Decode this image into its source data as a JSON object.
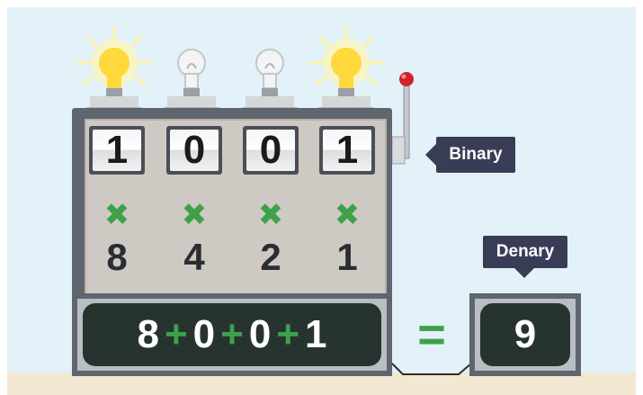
{
  "bits": [
    "1",
    "0",
    "0",
    "1"
  ],
  "bulbs_lit": [
    true,
    false,
    false,
    true
  ],
  "times_symbol": "✖",
  "place_values": [
    "8",
    "4",
    "2",
    "1"
  ],
  "sum": {
    "terms": [
      "8",
      "0",
      "0",
      "1"
    ],
    "operator": "+"
  },
  "equals_symbol": "=",
  "result": "9",
  "labels": {
    "binary": "Binary",
    "denary": "Denary"
  },
  "colors": {
    "background": "#e3f1f8",
    "machine": "#5f6670",
    "display": "#27332f",
    "accent_green": "#3ea14a",
    "tag": "#393c55",
    "bulb_lit": "#ffd83b",
    "lever_knob": "#d2232a"
  }
}
